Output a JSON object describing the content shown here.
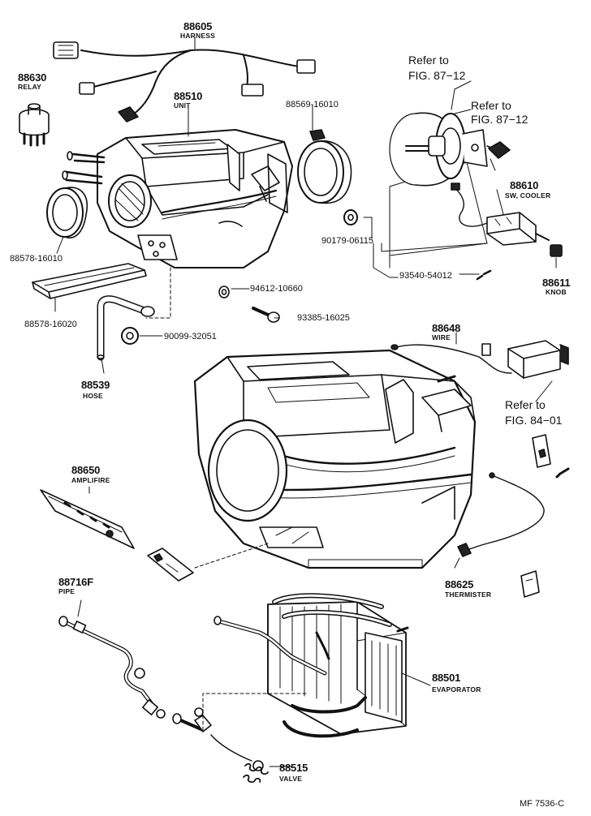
{
  "parts": {
    "harness": {
      "number": "88605",
      "name": "HARNESS"
    },
    "relay": {
      "number": "88630",
      "name": "RELAY"
    },
    "unit": {
      "number": "88510",
      "name": "UNIT"
    },
    "ring_right": {
      "number": "88569-16010"
    },
    "ring_left": {
      "number": "88578-16010"
    },
    "seal": {
      "number": "88578-16020"
    },
    "hose": {
      "number": "88539",
      "name": "HOSE"
    },
    "grommet_94612": {
      "number": "94612-10660"
    },
    "screw_93385": {
      "number": "93385-16025"
    },
    "grommet_90099": {
      "number": "90099-32051"
    },
    "bushing_90179": {
      "number": "90179-06115"
    },
    "screw_93540": {
      "number": "93540-54012"
    },
    "sw_cooler": {
      "number": "88610",
      "name": "SW, COOLER"
    },
    "knob": {
      "number": "88611",
      "name": "KNOB"
    },
    "wire": {
      "number": "88648",
      "name": "WIRE"
    },
    "amplifier": {
      "number": "88650",
      "name": "AMPLIFIRE"
    },
    "thermister": {
      "number": "88625",
      "name": "THERMISTER"
    },
    "pipe": {
      "number": "88716F",
      "name": "PIPE"
    },
    "evaporator": {
      "number": "88501",
      "name": "EVAPORATOR"
    },
    "valve": {
      "number": "88515",
      "name": "VALVE"
    }
  },
  "references": {
    "fig_87_12_top_line1": "Refer to",
    "fig_87_12_top_line2": "FIG. 87−12",
    "fig_87_12_right_line1": "Refer to",
    "fig_87_12_right_line2": "FIG. 87−12",
    "fig_84_01_line1": "Refer to",
    "fig_84_01_line2": "FIG. 84−01"
  },
  "figure_code": "MF 7536-C"
}
